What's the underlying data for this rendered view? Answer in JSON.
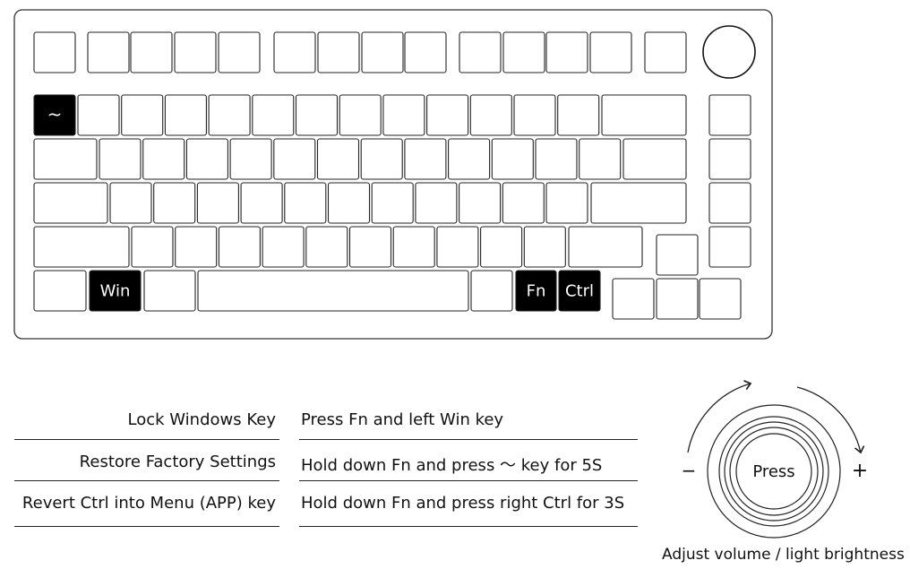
{
  "keyboard": {
    "highlighted_keys": {
      "tilde": "~",
      "win": "Win",
      "fn": "Fn",
      "ctrl": "Ctrl"
    }
  },
  "legend": {
    "rows": [
      {
        "function": "Lock Windows Key",
        "instruction": "Press Fn and left Win key"
      },
      {
        "function": "Restore Factory Settings",
        "instruction": "Hold down Fn and press 〜 key for 5S"
      },
      {
        "function": "Revert Ctrl into Menu (APP) key",
        "instruction": "Hold down Fn and press right Ctrl for 3S"
      }
    ]
  },
  "knob": {
    "center_label": "Press",
    "minus": "−",
    "plus": "+",
    "caption": "Adjust volume / light brightness"
  },
  "colors": {
    "key_fill": "#ffffff",
    "key_stroke": "#222222",
    "highlight_fill": "#000000",
    "highlight_text": "#ffffff"
  }
}
